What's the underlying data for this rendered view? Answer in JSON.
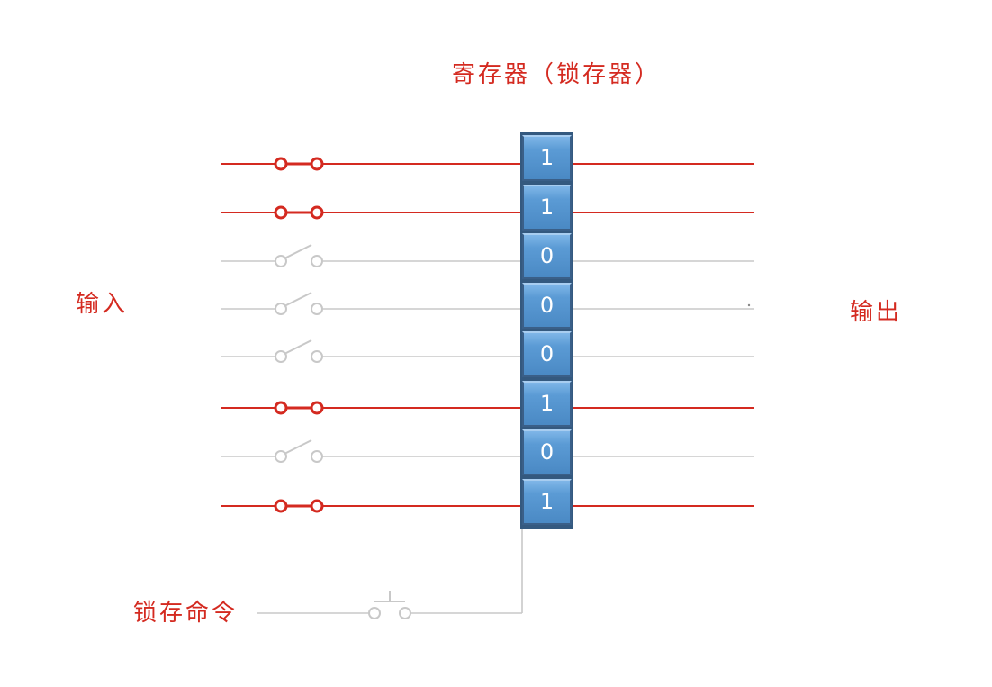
{
  "title": "寄存器（锁存器）",
  "input_label": "输入",
  "output_label": "输出",
  "latch_label": "锁存命令",
  "colors": {
    "active": "#d42a20",
    "inactive": "#c8c8c8",
    "cell": "#5b9bd5"
  },
  "bits": [
    {
      "value": "1",
      "closed": true
    },
    {
      "value": "1",
      "closed": true
    },
    {
      "value": "0",
      "closed": false
    },
    {
      "value": "0",
      "closed": false
    },
    {
      "value": "0",
      "closed": false
    },
    {
      "value": "1",
      "closed": true
    },
    {
      "value": "0",
      "closed": false
    },
    {
      "value": "1",
      "closed": true
    }
  ]
}
